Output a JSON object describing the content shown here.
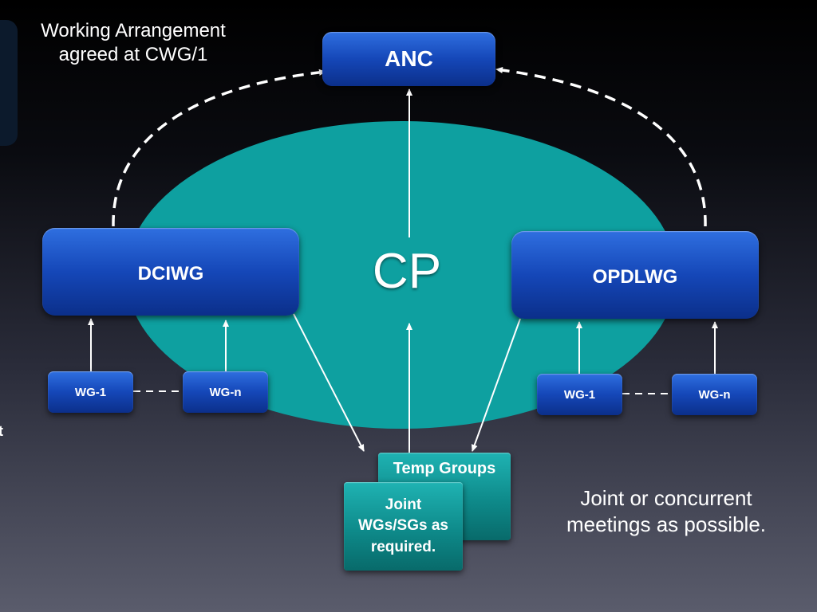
{
  "note": {
    "line1": "Working Arrangement",
    "line2": "agreed at CWG/1"
  },
  "anc": "ANC",
  "cp": "CP",
  "dciwg": "DCIWG",
  "opdlwg": "OPDLWG",
  "left_wgs": [
    "WG-1",
    "WG-n"
  ],
  "right_wgs": [
    "WG-1",
    "WG-n"
  ],
  "temp_groups": "Temp Groups",
  "joint": [
    "Joint",
    "WGs/SGs as",
    "required."
  ],
  "concurrent": {
    "line1": "Joint or concurrent",
    "line2": "meetings as possible."
  },
  "left_edge_char": "t",
  "colors": {
    "ellipse": "#0ea0a0",
    "blue_box": "#1547b8",
    "teal_box": "#0e8a8a"
  }
}
